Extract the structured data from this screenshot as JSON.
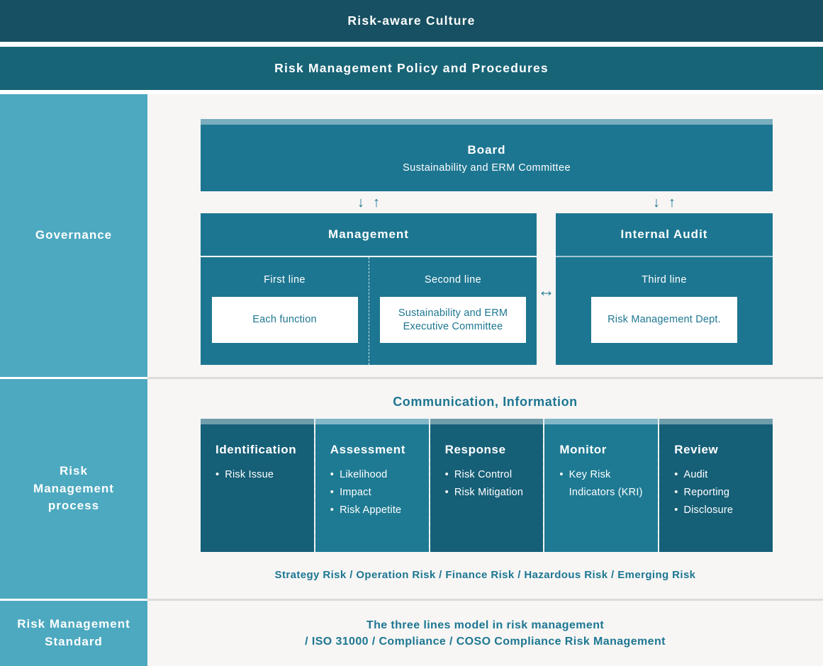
{
  "banners": {
    "culture": "Risk-aware Culture",
    "policy": "Risk Management Policy and Procedures"
  },
  "sidebar": {
    "governance_label": "Governance",
    "process_label": "Risk\nManagement\nprocess",
    "standard_label": "Risk Management\nStandard"
  },
  "governance": {
    "board": {
      "title": "Board",
      "subtitle": "Sustainability and ERM Committee"
    },
    "management": {
      "title": "Management",
      "first_line_label": "First line",
      "first_line_box": "Each function",
      "second_line_label": "Second line",
      "second_line_box": "Sustainability and ERM Executive Committee"
    },
    "internal_audit": {
      "title": "Internal Audit",
      "line_label": "Third line",
      "box": "Risk Management Dept."
    }
  },
  "icons": {
    "down_arrow": "↓",
    "up_arrow": "↑",
    "left_right_arrow": "↔",
    "bullet": "•"
  },
  "process": {
    "communication_title": "Communication, Information",
    "steps": [
      {
        "title": "Identification",
        "items": [
          "Risk Issue"
        ]
      },
      {
        "title": "Assessment",
        "items": [
          "Likelihood",
          "Impact",
          "Risk Appetite"
        ]
      },
      {
        "title": "Response",
        "items": [
          "Risk Control",
          "Risk Mitigation"
        ]
      },
      {
        "title": "Monitor",
        "items": [
          "Key Risk Indicators (KRI)"
        ]
      },
      {
        "title": "Review",
        "items": [
          "Audit",
          "Reporting",
          "Disclosure"
        ]
      }
    ],
    "risk_types": "Strategy Risk / Operation Risk / Finance Risk / Hazardous Risk / Emerging Risk"
  },
  "standard": {
    "line1": "The three lines model in risk management",
    "line2": "/ ISO 31000 / Compliance / COSO Compliance Risk Management"
  },
  "colors": {
    "banner_dark_teal": "#175062",
    "banner_teal": "#186477",
    "sidebar_blue": "#4da9c0",
    "box_teal": "#1d7691",
    "column_dark": "#155f77",
    "column_light": "#1e7a93",
    "strip_gray_blue": "#6f9dab",
    "strip_light_blue": "#82b7c7",
    "board_strip": "#79aebe",
    "background": "#f7f6f5"
  }
}
